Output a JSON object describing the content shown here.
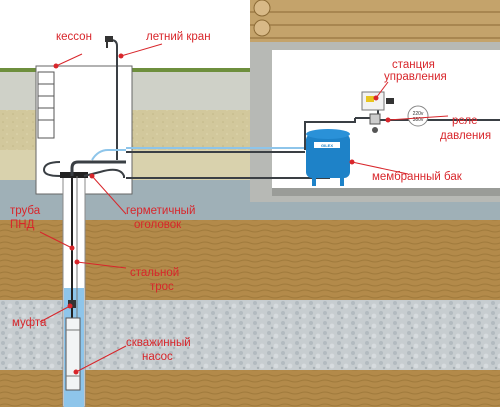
{
  "labels": {
    "kesson": "кессон",
    "letniy_kran": "летний кран",
    "stanciya_1": "станция",
    "stanciya_2": "управления",
    "rele_1": "реле",
    "rele_2": "давления",
    "membranny_bak": "мембранный бак",
    "truba_1": "труба",
    "truba_2": "ПНД",
    "germ_1": "герметичный",
    "germ_2": "оголовок",
    "tros_1": "стальной",
    "tros_2": "трос",
    "mufta": "муфта",
    "nasos_1": "скважинный",
    "nasos_2": "насос"
  },
  "panel_text": {
    "line1": "220v",
    "line2": "380v"
  },
  "tank_badge": "GILEX",
  "colors": {
    "label": "#d8262b",
    "marker": "#d8262b",
    "tank": "#1e82c8",
    "pipe": "#3a3f44",
    "wall": "#b7b9b5",
    "water": "#8ec5ea",
    "grass": "#6e8f3d"
  },
  "icons": {
    "marker": "red-dot",
    "tank": "membrane-tank-icon",
    "station": "control-station-icon",
    "pump": "borehole-pump-icon"
  }
}
